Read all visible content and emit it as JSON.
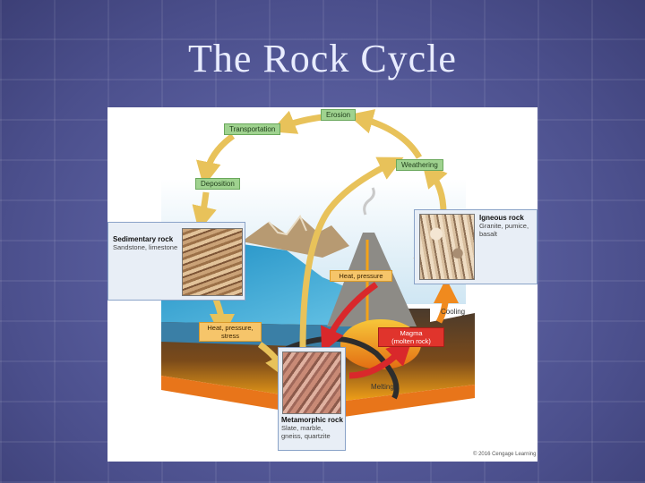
{
  "slide": {
    "title": "The Rock Cycle"
  },
  "cycle_labels": {
    "erosion": "Erosion",
    "transportation": "Transportation",
    "deposition": "Deposition",
    "weathering": "Weathering"
  },
  "process_labels": {
    "heat_pressure_stress": [
      "Heat, pressure,",
      "stress"
    ],
    "heat_pressure": "Heat, pressure",
    "magma": [
      "Magma",
      "(molten rock)"
    ],
    "cooling": "Cooling",
    "melting": "Melting"
  },
  "rocks": {
    "sedimentary": {
      "name": "Sedimentary rock",
      "examples": "Sandstone, limestone"
    },
    "igneous": {
      "name": "Igneous rock",
      "examples": [
        "Granite, pumice,",
        "basalt"
      ]
    },
    "metamorphic": {
      "name": "Metamorphic rock",
      "examples": [
        "Slate, marble,",
        "gneiss, quartzite"
      ]
    }
  },
  "credit": "© 2016 Cengage Learning",
  "colors": {
    "slide_bg": "#5a5f9e",
    "title": "#e8ecff",
    "cycle_arrow": "#e8c25a",
    "heat_arrow": "#d9282b",
    "cooling_arrow": "#f08a1e",
    "label_green": "#9fd28f",
    "label_orange": "#f6c56a",
    "label_red": "#e0342c"
  }
}
